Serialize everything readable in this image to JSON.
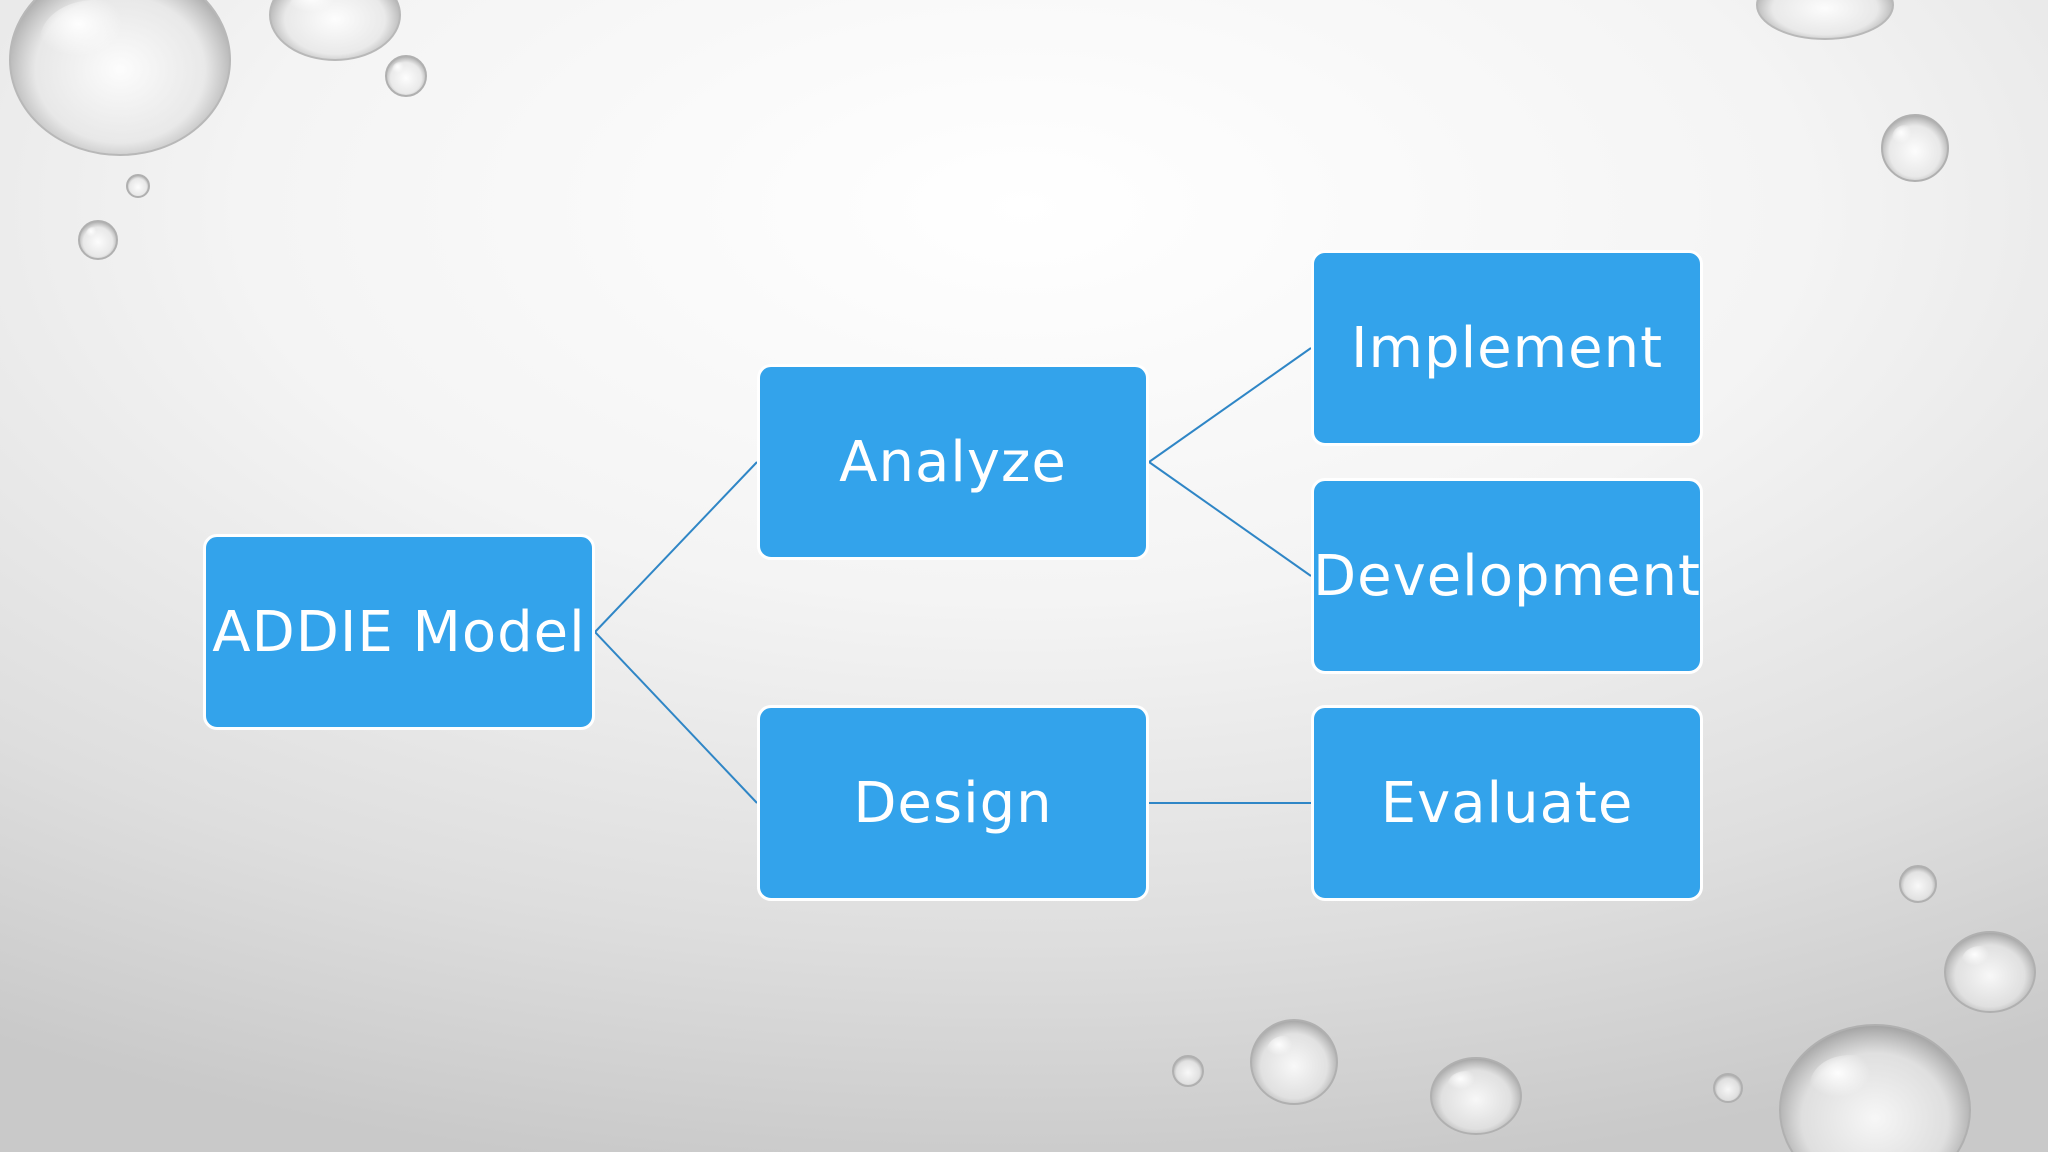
{
  "diagram": {
    "type": "tree",
    "colors": {
      "node_fill": "#33a3eb",
      "node_border": "#ffffff",
      "node_text": "#ffffff",
      "connector": "#2f86c6"
    },
    "nodes": {
      "root": {
        "id": "addie",
        "label": "ADDIE Model"
      },
      "analyze": {
        "id": "analyze",
        "label": "Analyze"
      },
      "design": {
        "id": "design",
        "label": "Design"
      },
      "implement": {
        "id": "implement",
        "label": "Implement"
      },
      "development": {
        "id": "development",
        "label": "Development"
      },
      "evaluate": {
        "id": "evaluate",
        "label": "Evaluate"
      }
    },
    "edges": [
      {
        "from": "addie",
        "to": "analyze"
      },
      {
        "from": "addie",
        "to": "design"
      },
      {
        "from": "analyze",
        "to": "implement"
      },
      {
        "from": "analyze",
        "to": "development"
      },
      {
        "from": "design",
        "to": "evaluate"
      }
    ]
  },
  "background": {
    "decoration": "water-droplets",
    "gradient_light": "#ffffff",
    "gradient_dark": "#c9c9c9"
  }
}
